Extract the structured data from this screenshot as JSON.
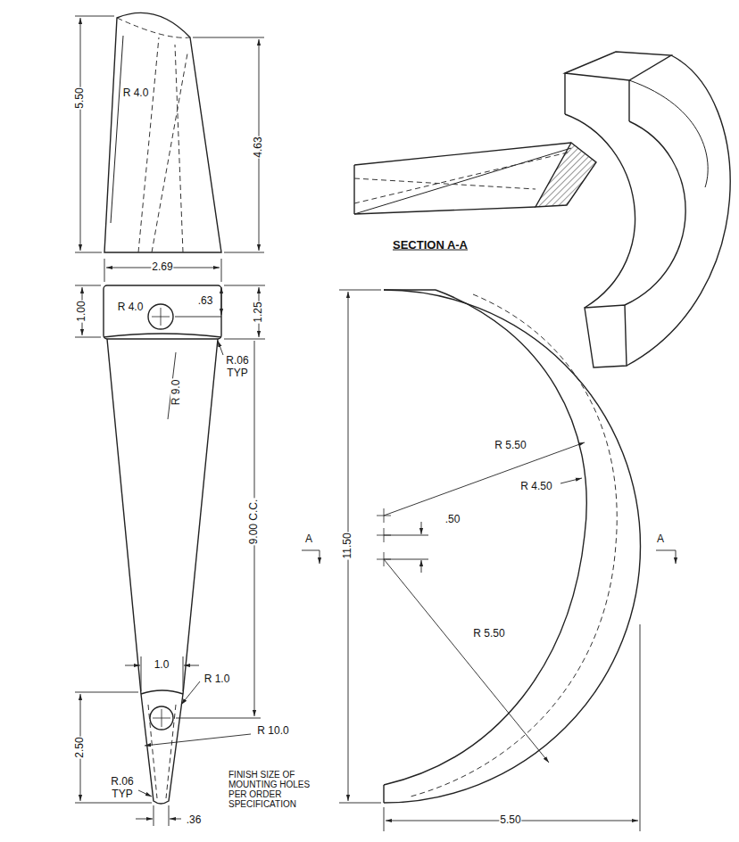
{
  "diagram": {
    "labels": [
      "R 4.0",
      "5.50",
      "4.63",
      "2.69",
      "1.00",
      "R 4.0",
      ".63",
      "1.25",
      "R.06 TYP",
      "R 9.0",
      "9.00 C.C.",
      "1.0",
      "R 1.0",
      "R 10.0",
      "2.50",
      "R.06 TYP",
      ".36",
      "FINISH SIZE OF MOUNTING HOLES PER ORDER SPECIFICATION",
      "SECTION A-A",
      "R 5.50",
      "R 4.50",
      ".50",
      "A",
      "11.50",
      "A",
      "R 5.50",
      "5.50"
    ]
  }
}
